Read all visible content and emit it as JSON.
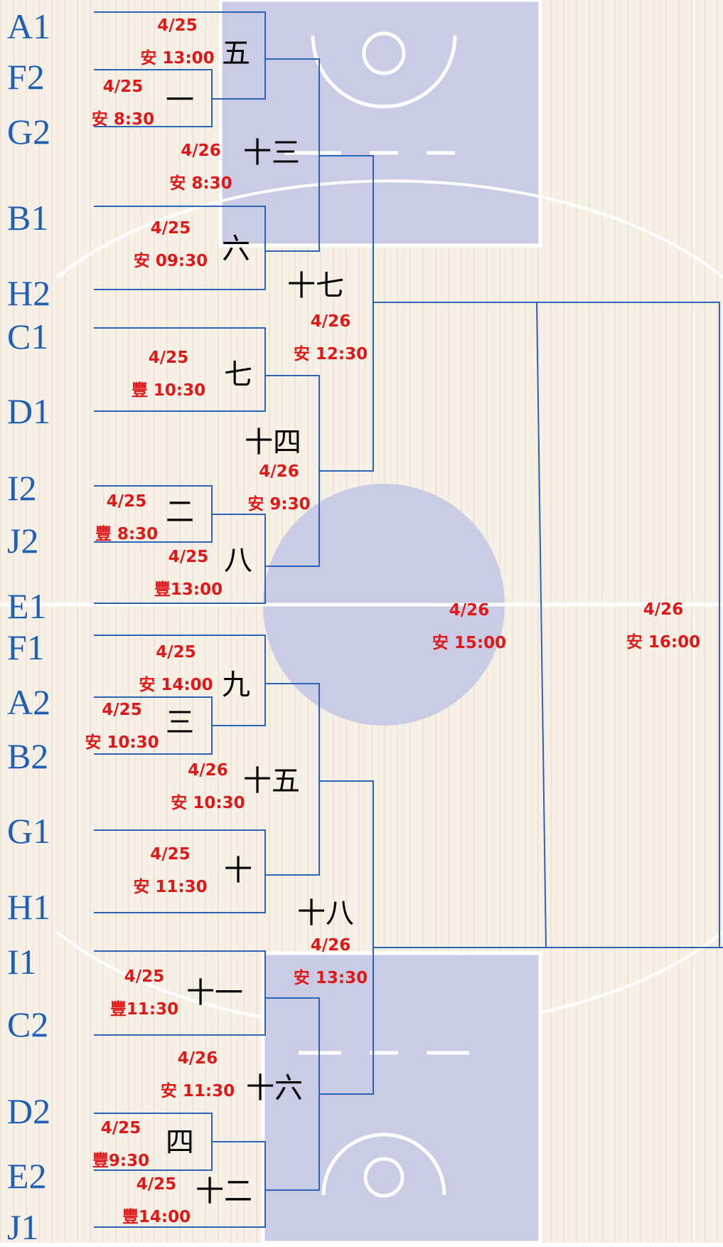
{
  "teams": [
    "A1",
    "F2",
    "G2",
    "B1",
    "H2",
    "C1",
    "D1",
    "I2",
    "J2",
    "E1",
    "F1",
    "A2",
    "B2",
    "G1",
    "H1",
    "I1",
    "C2",
    "D2",
    "E2",
    "J1"
  ],
  "games": [
    {
      "id": "g1",
      "number": "一",
      "date": "4/25",
      "time": "安 8:30"
    },
    {
      "id": "g2",
      "number": "二",
      "date": "4/25",
      "time": "豐 8:30"
    },
    {
      "id": "g3",
      "number": "三",
      "date": "4/25",
      "time": "安 10:30"
    },
    {
      "id": "g4",
      "number": "四",
      "date": "4/25",
      "time": "豐9:30"
    },
    {
      "id": "g5",
      "number": "五",
      "date": "4/25",
      "time": "安 13:00"
    },
    {
      "id": "g6",
      "number": "六",
      "date": "4/25",
      "time": "安 09:30"
    },
    {
      "id": "g7",
      "number": "七",
      "date": "4/25",
      "time": "豐 10:30"
    },
    {
      "id": "g8",
      "number": "八",
      "date": "4/25",
      "time": "豐13:00"
    },
    {
      "id": "g9",
      "number": "九",
      "date": "4/25",
      "time": "安 14:00"
    },
    {
      "id": "g10",
      "number": "十",
      "date": "4/25",
      "time": "安 11:30"
    },
    {
      "id": "g11",
      "number": "十一",
      "date": "4/25",
      "time": "豐11:30"
    },
    {
      "id": "g12",
      "number": "十二",
      "date": "4/25",
      "time": "豐14:00"
    },
    {
      "id": "g13",
      "number": "十三",
      "date": "4/26",
      "time": "安 8:30"
    },
    {
      "id": "g14",
      "number": "十四",
      "date": "4/26",
      "time": "安 9:30"
    },
    {
      "id": "g15",
      "number": "十五",
      "date": "4/26",
      "time": "安 10:30"
    },
    {
      "id": "g16",
      "number": "十六",
      "date": "4/26",
      "time": "安 11:30"
    },
    {
      "id": "g17",
      "number": "十七",
      "date": "4/26",
      "time": "安 12:30"
    },
    {
      "id": "g18",
      "number": "十八",
      "date": "4/26",
      "time": "安 13:30"
    },
    {
      "id": "semifinal",
      "number": "",
      "date": "4/26",
      "time": "安 15:00"
    },
    {
      "id": "final",
      "number": "",
      "date": "4/26",
      "time": "安 16:00"
    }
  ],
  "colors": {
    "team_label": "#1f5fb5",
    "schedule": "#e01818",
    "bracket_line": "#2e64b8",
    "game_number": "#000000"
  }
}
